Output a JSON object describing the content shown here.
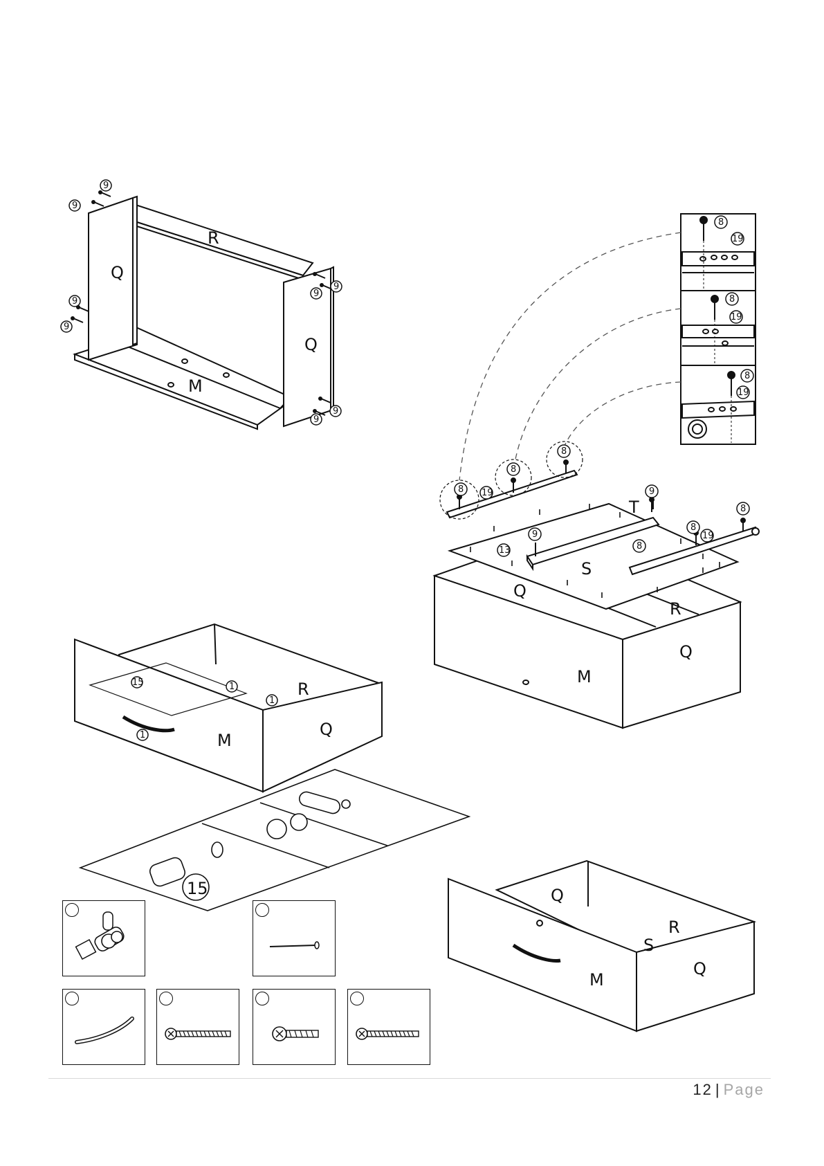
{
  "panels": {
    "M": "M",
    "Q": "Q",
    "R": "R",
    "S": "S",
    "T": "T"
  },
  "callouts": {
    "p1": "1",
    "p8": "8",
    "p9": "9",
    "p13": "13",
    "p15": "15",
    "p19": "19"
  },
  "hardware_icons": [
    {
      "name": "cam-lock-icon"
    },
    {
      "name": "nail-icon"
    },
    {
      "name": "handle-icon"
    },
    {
      "name": "long-screw-icon"
    },
    {
      "name": "short-screw-icon"
    },
    {
      "name": "medium-screw-icon"
    }
  ],
  "footer": {
    "page_number": "12",
    "separator": "|",
    "page_word": "Page"
  }
}
